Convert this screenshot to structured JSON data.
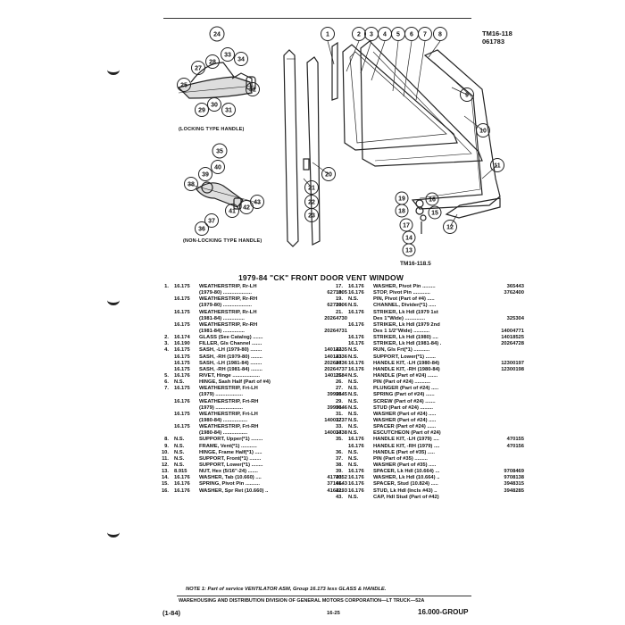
{
  "header": {
    "code": "TM16-118",
    "date": "061783"
  },
  "figure_ref": "TM16-118.5",
  "inset_captions": {
    "locking": "(LOCKING TYPE HANDLE)",
    "non_locking": "(NON-LOCKING TYPE HANDLE)"
  },
  "callouts": {
    "c1": "1",
    "c2": "2",
    "c3": "3",
    "c4": "4",
    "c5": "5",
    "c6": "6",
    "c7": "7",
    "c8": "8",
    "c9": "9",
    "c10": "10",
    "c11": "11",
    "c12": "12",
    "c13": "13",
    "c14": "14",
    "c15": "15",
    "c16": "16",
    "c17": "17",
    "c18": "18",
    "c19": "19",
    "c20": "20",
    "c21": "21",
    "c22": "22",
    "c23": "23",
    "c24": "24",
    "c25": "25",
    "c26": "26",
    "c27": "27",
    "c28": "28",
    "c29": "29",
    "c30": "30",
    "c31": "31",
    "c32": "32",
    "c33": "33",
    "c34": "34",
    "c35": "35",
    "c36": "36",
    "c37": "37",
    "c38": "38",
    "c39": "39",
    "c40": "40",
    "c41": "41",
    "c42": "42",
    "c43": "43"
  },
  "title": "1979-84 \"CK\" FRONT DOOR VENT WINDOW",
  "left_rows": [
    {
      "n": "1.",
      "g": "16.175",
      "d": "WEATHERSTRIP, Rr-LH",
      "p": ""
    },
    {
      "n": "",
      "g": "",
      "d": "(1979-80) ....................",
      "p": "6271905"
    },
    {
      "n": "",
      "g": "16.175",
      "d": "WEATHERSTRIP, Rr-RH",
      "p": ""
    },
    {
      "n": "",
      "g": "",
      "d": "(1979-80) ....................",
      "p": "6271906"
    },
    {
      "n": "",
      "g": "16.175",
      "d": "WEATHERSTRIP, Rr-LH",
      "p": ""
    },
    {
      "n": "",
      "g": "",
      "d": "(1981-84) ...............",
      "p": "20264730"
    },
    {
      "n": "",
      "g": "16.175",
      "d": "WEATHERSTRIP, Rr-RH",
      "p": ""
    },
    {
      "n": "",
      "g": "",
      "d": "(1981-84) ...............",
      "p": "20264731"
    },
    {
      "n": "2.",
      "g": "16.174",
      "d": "GLASS (See Catalog) .......",
      "p": ""
    },
    {
      "n": "3.",
      "g": "16.190",
      "d": "FILLER, Gls Channel .......",
      "p": ""
    },
    {
      "n": "4.",
      "g": "16.175",
      "d": "SASH, -LH (1979-80) ........",
      "p": "14014335"
    },
    {
      "n": "",
      "g": "16.175",
      "d": "SASH, -RH (1979-80) ........",
      "p": "14014336"
    },
    {
      "n": "",
      "g": "16.175",
      "d": "SASH, -LH (1981-84) ........",
      "p": "20264736"
    },
    {
      "n": "",
      "g": "16.175",
      "d": "SASH, -RH (1981-84) ........",
      "p": "20264737"
    },
    {
      "n": "5.",
      "g": "16.176",
      "d": "RIVET, Hinge ...................",
      "p": "14011684"
    },
    {
      "n": "6.",
      "g": "N.S.",
      "d": "HINGE, Sash Half (Part of #4)",
      "p": ""
    },
    {
      "n": "7.",
      "g": "16.175",
      "d": "WEATHERSTRIP, Frt-LH",
      "p": ""
    },
    {
      "n": "",
      "g": "",
      "d": "(1979) ...................",
      "p": "3999645"
    },
    {
      "n": "",
      "g": "16.176",
      "d": "WEATHERSTRIP, Frt-RH",
      "p": ""
    },
    {
      "n": "",
      "g": "",
      "d": "(1979) ...................",
      "p": "3999646"
    },
    {
      "n": "",
      "g": "16.175",
      "d": "WEATHERSTRIP, Frt-LH",
      "p": ""
    },
    {
      "n": "",
      "g": "",
      "d": "(1980-84) .................",
      "p": "14001737"
    },
    {
      "n": "",
      "g": "16.175",
      "d": "WEATHERSTRIP, Frt-RH",
      "p": ""
    },
    {
      "n": "",
      "g": "",
      "d": "(1980-84) .................",
      "p": "14001738"
    },
    {
      "n": "8.",
      "g": "N.S.",
      "d": "SUPPORT, Upper(*1) ........",
      "p": ""
    },
    {
      "n": "9.",
      "g": "N.S.",
      "d": "FRAME, Vent(*1) ...........",
      "p": ""
    },
    {
      "n": "10.",
      "g": "N.S.",
      "d": "HINGE, Frame Half(*1) .....",
      "p": ""
    },
    {
      "n": "11.",
      "g": "N.S.",
      "d": "SUPPORT, Front(*1) ........",
      "p": ""
    },
    {
      "n": "12.",
      "g": "N.S.",
      "d": "SUPPORT, Lower(*1) ........",
      "p": ""
    },
    {
      "n": "13.",
      "g": "8.915",
      "d": "NUT, Hex (5/16\"-24) .......",
      "p": ""
    },
    {
      "n": "14.",
      "g": "16.176",
      "d": "WASHER, Tab (10.660) ....",
      "p": "4172352"
    },
    {
      "n": "15.",
      "g": "16.176",
      "d": "SPRING, Pivot Pin ..........",
      "p": "3716643"
    },
    {
      "n": "16.",
      "g": "16.176",
      "d": "WASHER, Spr Ret (10.660) ..",
      "p": "4162193"
    }
  ],
  "right_rows": [
    {
      "n": "17.",
      "g": "16.176",
      "d": "WASHER, Pivot Pin .........",
      "p": "365443"
    },
    {
      "n": "18.",
      "g": "16.176",
      "d": "STOP, Pivot Pin ............",
      "p": "3762400"
    },
    {
      "n": "19.",
      "g": "N.S.",
      "d": "PIN, Pivot (Part of #4) .....",
      "p": ""
    },
    {
      "n": "20.",
      "g": "N.S.",
      "d": "CHANNEL, Divider(*1) .....",
      "p": ""
    },
    {
      "n": "21.",
      "g": "16.176",
      "d": "STRIKER, Lk Hdl (1979 1st",
      "p": ""
    },
    {
      "n": "",
      "g": "",
      "d": "Des 1\"Wide) ..............",
      "p": "325304"
    },
    {
      "n": "",
      "g": "16.176",
      "d": "STRIKER, Lk Hdl (1979 2nd",
      "p": ""
    },
    {
      "n": "",
      "g": "",
      "d": "Des 1 1/2\"Wide) ...........",
      "p": "14004771"
    },
    {
      "n": "",
      "g": "16.176",
      "d": "STRIKER, Lk Hdl (1980) ....",
      "p": "14018525"
    },
    {
      "n": "",
      "g": "16.176",
      "d": "STRIKER, Lk Hdl (1981-84) .",
      "p": "20264728"
    },
    {
      "n": "22.",
      "g": "N.S.",
      "d": "RUN, Gls Frt(*1) ...........",
      "p": ""
    },
    {
      "n": "23.",
      "g": "N.S.",
      "d": "SUPPORT, Lower(*1) .......",
      "p": ""
    },
    {
      "n": "24.",
      "g": "16.176",
      "d": "HANDLE KIT, -LH (1980-84)",
      "p": "12300197"
    },
    {
      "n": "",
      "g": "16.176",
      "d": "HANDLE KIT, -RH (1980-84)",
      "p": "12300198"
    },
    {
      "n": "25.",
      "g": "N.S.",
      "d": "HANDLE (Part of #24) .......",
      "p": ""
    },
    {
      "n": "26.",
      "g": "N.S.",
      "d": "PIN (Part of #24) ...........",
      "p": ""
    },
    {
      "n": "27.",
      "g": "N.S.",
      "d": "PLUNGER (Part of #24) .....",
      "p": ""
    },
    {
      "n": "28.",
      "g": "N.S.",
      "d": "SPRING (Part of #24) ......",
      "p": ""
    },
    {
      "n": "29.",
      "g": "N.S.",
      "d": "SCREW (Part of #24) .......",
      "p": ""
    },
    {
      "n": "30.",
      "g": "N.S.",
      "d": "STUD (Part of #24) .........",
      "p": ""
    },
    {
      "n": "31.",
      "g": "N.S.",
      "d": "WASHER (Part of #24) .....",
      "p": ""
    },
    {
      "n": "32.",
      "g": "N.S.",
      "d": "WASHER (Part of #24) .....",
      "p": ""
    },
    {
      "n": "33.",
      "g": "N.S.",
      "d": "SPACER (Part of #24) ......",
      "p": ""
    },
    {
      "n": "34.",
      "g": "N.S.",
      "d": "ESCUTCHEON (Part of #24)",
      "p": ""
    },
    {
      "n": "35.",
      "g": "16.176",
      "d": "HANDLE KIT, -LH (1979) ....",
      "p": "470155"
    },
    {
      "n": "",
      "g": "16.176",
      "d": "HANDLE KIT, -RH (1979) ....",
      "p": "470156"
    },
    {
      "n": "36.",
      "g": "N.S.",
      "d": "HANDLE (Part of #35) .....",
      "p": ""
    },
    {
      "n": "37.",
      "g": "N.S.",
      "d": "PIN (Part of #35) .........",
      "p": ""
    },
    {
      "n": "38.",
      "g": "N.S.",
      "d": "WASHER (Part of #35) .....",
      "p": ""
    },
    {
      "n": "39.",
      "g": "16.176",
      "d": "SPACER, Lk Hdl (10.664) ...",
      "p": "9708469"
    },
    {
      "n": "40.",
      "g": "16.176",
      "d": "WASHER, Lk Hdl (10.664) ..",
      "p": "9708138"
    },
    {
      "n": "41.",
      "g": "16.176",
      "d": "SPACER, Stud (10.824) .....",
      "p": "3948315"
    },
    {
      "n": "42.",
      "g": "16.176",
      "d": "STUD, Lk Hdl (Incls #43) ..",
      "p": "3948285"
    },
    {
      "n": "43.",
      "g": "N.S.",
      "d": "CAP, Hdl Stud (Part of #42)",
      "p": ""
    }
  ],
  "note": "NOTE 1: Part of service VENTILATOR ASM, Group 16.173 less GLASS & HANDLE.",
  "footer": {
    "line": "WAREHOUSING AND DISTRIBUTION  DIVISION OF GENERAL MOTORS CORPORATION—LT TRUCK—52A",
    "date": "(1-84)",
    "page": "16-25",
    "group": "16.000-GROUP"
  }
}
